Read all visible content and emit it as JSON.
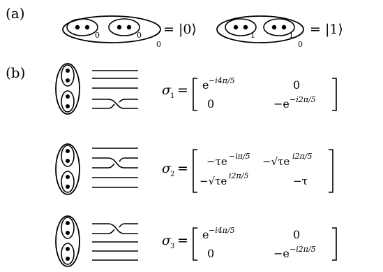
{
  "panel_a": {
    "label": "(a)",
    "state0": {
      "sub1": "0",
      "sub2": "0",
      "sub_outer": "0",
      "equals": "= |0⟩"
    },
    "state1": {
      "sub1": "1",
      "sub2": "1",
      "sub_outer": "0",
      "equals": "= |1⟩"
    }
  },
  "panel_b": {
    "label": "(b)",
    "rows": [
      {
        "sigma": "σ",
        "index": "1",
        "equals": "=",
        "matrix": {
          "r1c1": {
            "base": "e",
            "exp": "−i4π/5"
          },
          "r1c2": "0",
          "r2c1": "0",
          "r2c2": {
            "prefix": "−e",
            "exp": "−i2π/5"
          }
        }
      },
      {
        "sigma": "σ",
        "index": "2",
        "equals": "=",
        "matrix": {
          "r1c1": {
            "prefix": "−τe",
            "exp": "−iπ/5"
          },
          "r1c2": {
            "prefix": "−√τe",
            "exp": "i2π/5"
          },
          "r2c1": {
            "prefix": "−√τe",
            "exp": "i2π/5"
          },
          "r2c2": "−τ"
        }
      },
      {
        "sigma": "σ",
        "index": "3",
        "equals": "=",
        "matrix": {
          "r1c1": {
            "base": "e",
            "exp": "−i4π/5"
          },
          "r1c2": "0",
          "r2c1": "0",
          "r2c2": {
            "prefix": "−e",
            "exp": "−i2π/5"
          }
        }
      }
    ]
  }
}
